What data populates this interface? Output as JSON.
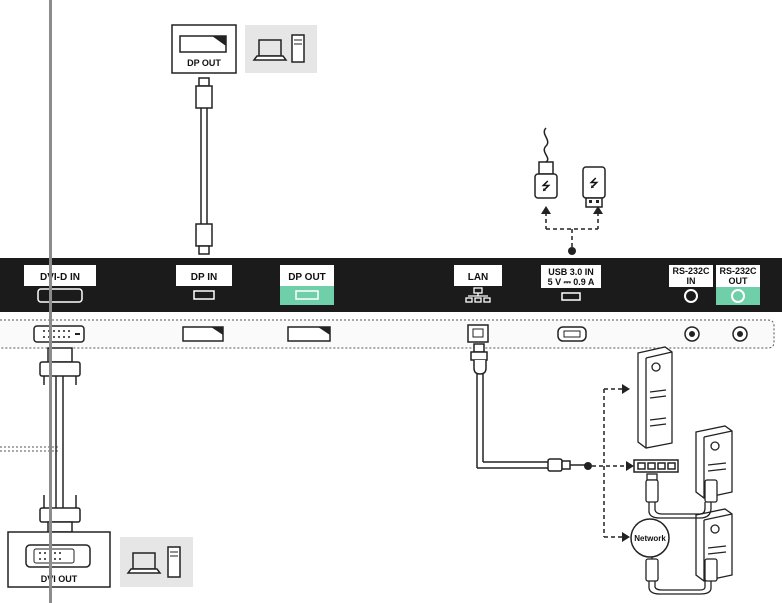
{
  "top_device": {
    "port_label": "DP OUT",
    "icon": "laptop-and-tower-icon"
  },
  "usb_icons": {
    "cable": "usb-cable-icon",
    "stick": "usb-flash-drive-icon"
  },
  "panel": {
    "ports": [
      {
        "label": "DVI-D IN"
      },
      {
        "label": "DP IN"
      },
      {
        "label": "DP OUT"
      },
      {
        "label": "LAN"
      },
      {
        "label": "USB 3.0 IN",
        "sublabel": "5 V ⎓ 0.9 A"
      },
      {
        "label": "RS-232C",
        "sublabel": "IN"
      },
      {
        "label": "RS-232C",
        "sublabel": "OUT"
      }
    ]
  },
  "bottom_device": {
    "port_label": "DVI OUT",
    "icon": "laptop-and-tower-icon"
  },
  "network": {
    "label": "Network",
    "devices": [
      "desktop-tower-icon",
      "desktop-tower-icon",
      "desktop-tower-icon"
    ]
  },
  "colors": {
    "panel": "#1b1b1b",
    "accent_green": "#6fcfa8",
    "device_bg": "#e6e6e6"
  }
}
